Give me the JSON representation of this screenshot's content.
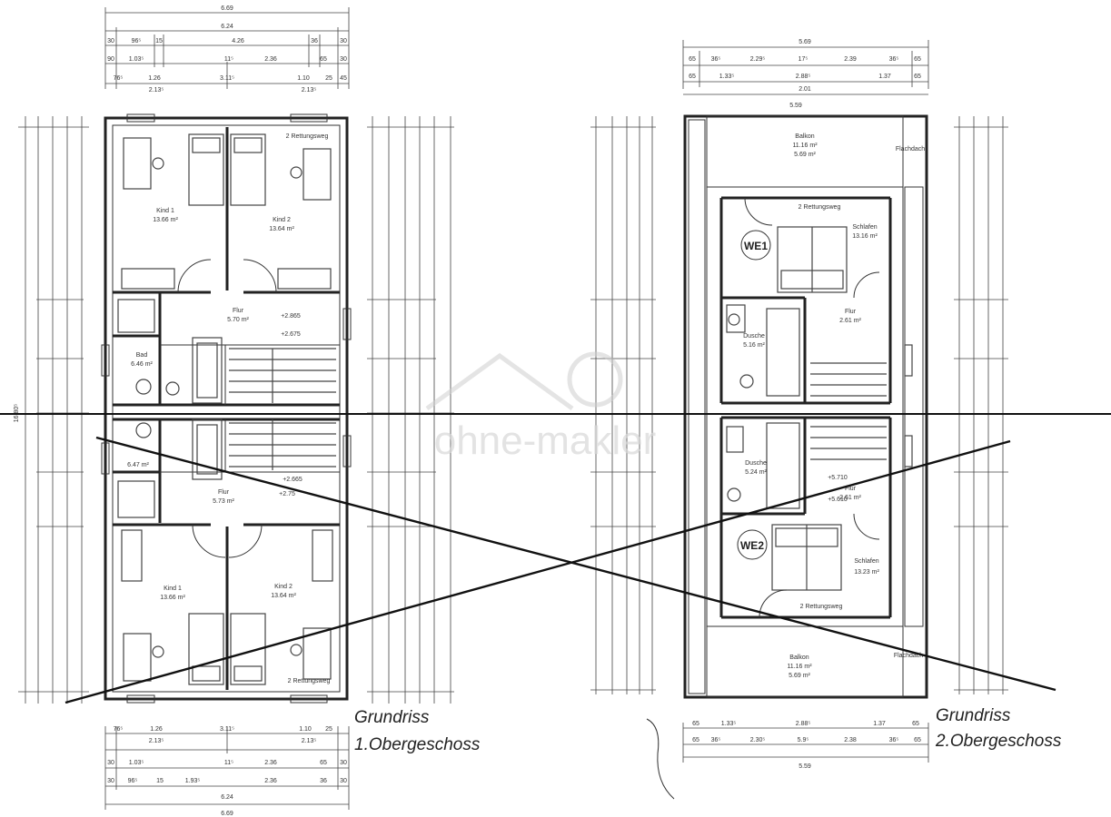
{
  "watermark": "ohne-makler",
  "plans": [
    {
      "caption_line1": "Grundriss",
      "caption_line2": "1.Obergeschoss",
      "top_dims": {
        "overall": "6.69",
        "inner": "6.24",
        "row2": [
          "30",
          "96⁵",
          "15",
          "4.26",
          "36",
          "30"
        ],
        "row3": [
          "90",
          "1.03⁵",
          "11⁵",
          "2.36",
          "65",
          "30"
        ],
        "row4": [
          "76⁵",
          "1.26",
          "3.11⁵",
          "1.10",
          "25",
          "45"
        ],
        "row5": [
          "2.13⁵",
          "2.13⁵"
        ]
      },
      "bottom_dims": {
        "overall": "6.69",
        "inner": "6.24",
        "row1": [
          "76⁵",
          "1.26",
          "3.11⁵",
          "1.10",
          "25"
        ],
        "row2": [
          "2.13⁵",
          "2.13⁵"
        ],
        "row3": [
          "30",
          "1.03⁵",
          "11⁵",
          "2.36",
          "65",
          "30"
        ],
        "row4": [
          "30",
          "96⁵",
          "15",
          "1.93⁵",
          "2.36",
          "36",
          "30"
        ]
      },
      "rooms": [
        {
          "name": "Kind 1",
          "area": "13.66 m²"
        },
        {
          "name": "Kind 2",
          "area": "13.64 m²"
        },
        {
          "name": "Flur",
          "area": "5.70 m²"
        },
        {
          "name": "Bad",
          "area": "6.46 m²"
        },
        {
          "name": "",
          "area": "6.47 m²"
        },
        {
          "name": "Flur",
          "area": "5.73 m²"
        },
        {
          "name": "Kind 1",
          "area": "13.66 m²"
        },
        {
          "name": "Kind 2",
          "area": "13.64 m²"
        }
      ],
      "levels": [
        "+2.865",
        "+2.675",
        "+2.665",
        "+2.75"
      ],
      "tags": [
        "2 Rettungsweg",
        "2 Rettungsweg"
      ],
      "left_dim_total": "16.80⁵"
    },
    {
      "caption_line1": "Grundriss",
      "caption_line2": "2.Obergeschoss",
      "top_dims": {
        "overall": "5.69",
        "row2": [
          "65",
          "36⁵",
          "2.29⁵",
          "17⁵",
          "2.39",
          "36⁵",
          "65"
        ],
        "row3": [
          "65",
          "1.33⁵",
          "2.88⁵",
          "1.37",
          "65"
        ],
        "row4": "2.01",
        "row5": "5.59"
      },
      "bottom_dims": {
        "row1": [
          "65",
          "1.33⁵",
          "2.88⁵",
          "1.37",
          "65"
        ],
        "row2": [
          "65",
          "36⁵",
          "2.30⁵",
          "5.9⁵",
          "2.38",
          "36⁵",
          "65"
        ],
        "row3": "5.59"
      },
      "rooms": [
        {
          "name": "Balkon",
          "area": "11.16 m²",
          "area2": "5.69 m²"
        },
        {
          "name": "Schlafen",
          "area": "13.16 m²"
        },
        {
          "name": "Flur",
          "area": "2.61 m²"
        },
        {
          "name": "Dusche",
          "area": "5.16 m²"
        },
        {
          "name": "Dusche",
          "area": "5.24 m²"
        },
        {
          "name": "Flur",
          "area": "2.61 m²"
        },
        {
          "name": "Schlafen",
          "area": "13.23 m²"
        },
        {
          "name": "Balkon",
          "area": "11.16 m²",
          "area2": "5.69 m²"
        }
      ],
      "units": [
        "WE1",
        "WE2"
      ],
      "tags": [
        "2 Rettungsweg",
        "2 Rettungsweg",
        "Flachdach",
        "Flachdach"
      ],
      "levels": [
        "+5.710",
        "+5.610"
      ]
    }
  ]
}
